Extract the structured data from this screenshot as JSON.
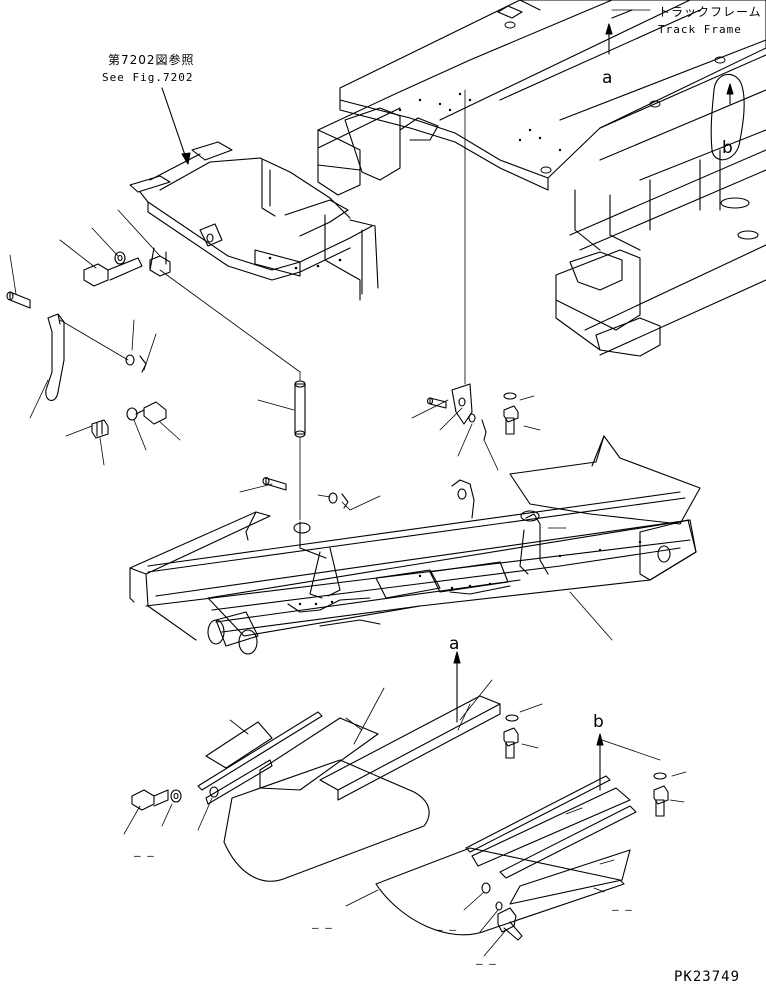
{
  "callouts": {
    "track_frame_jp": "トラックフレーム",
    "track_frame_en": "Track Frame",
    "see_fig_jp": "第7202図参照",
    "see_fig_en": "See Fig.7202"
  },
  "arrows": {
    "top_a": "a",
    "top_b": "b",
    "lower_a": "a",
    "lower_b": "b"
  },
  "placeholders": {
    "p1": "– –",
    "p2": "– –",
    "p3": "– –",
    "p4": "– –",
    "p5": "– –"
  },
  "drawing_code": "PK23749"
}
